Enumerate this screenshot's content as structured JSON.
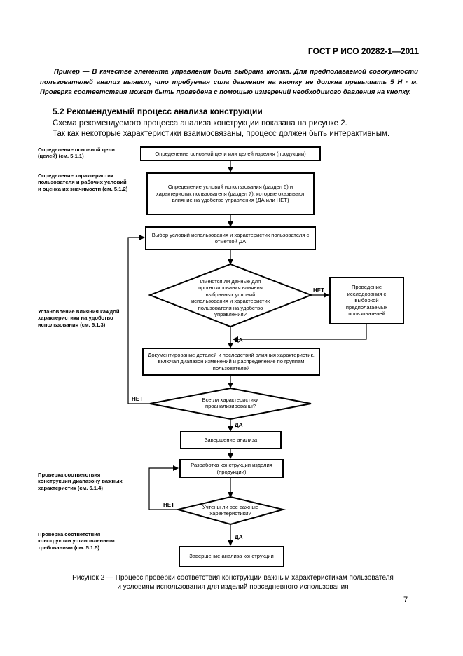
{
  "header": {
    "doc_id": "ГОСТ Р ИСО 20282-1—2011"
  },
  "example": {
    "text": "Пример — В качестве элемента управления была выбрана кнопка. Для предполагаемой совокупности пользователей анализ выявил, что требуемая сила давления на кнопку не должна превышать 5 Н · м. Проверка соответствия может быть проведена с помощью измерений необходимого давления на кнопку."
  },
  "section": {
    "title": "5.2 Рекомендуемый процесс анализа конструкции",
    "para1": "Схема рекомендуемого процесса анализа конструкции показана на рисунке 2.",
    "para2": "Так как некоторые характеристики взаимосвязаны, процесс должен быть интерактивным."
  },
  "side_labels": {
    "s1": "Определение основной цели (целей) (см. 5.1.1)",
    "s2": "Определение характеристик пользователя и рабочих условий и оценка их значимости (см. 5.1.2)",
    "s3": "Установление влияния каждой характеристики на удобство использования (см. 5.1.3)",
    "s4": "Проверка соответствия конструкции диапазону важных характеристик (см. 5.1.4)",
    "s5": "Проверка соответствия конструкции установленным требованиям (см. 5.1.5)"
  },
  "flow": {
    "box1": "Определение основной цели или целей изделия (продукции)",
    "box2": "Определение условий использования (раздел 6) и характеристик пользователя (раздел 7), которые оказывают влияние на удобство управления (ДА или НЕТ)",
    "box3": "Выбор условий использования и характеристик пользователя с отметкой ДА",
    "diamond1": "Имеются ли данные для прогнозирования влияния выбранных условий использования и характеристик пользователя на удобство управления?",
    "box_research": "Проведение исследования с выборкой предполагаемых пользователей",
    "box4": "Документирование деталей и последствий влияния характеристик, включая диапазон изменений и распределение по группам пользователей",
    "diamond2": "Все ли характеристики проанализированы?",
    "box5": "Завершение анализа",
    "box6": "Разработка конструкции изделия (продукции)",
    "diamond3": "Учтены ли все важные характеристики?",
    "box7": "Завершение анализа конструкции",
    "yes": "ДА",
    "no": "НЕТ"
  },
  "caption": {
    "line1": "Рисунок 2 — Процесс проверки соответствия конструкции важным характеристикам пользователя",
    "line2": "и условиям использования для изделий повседневного использования"
  },
  "page_number": "7"
}
